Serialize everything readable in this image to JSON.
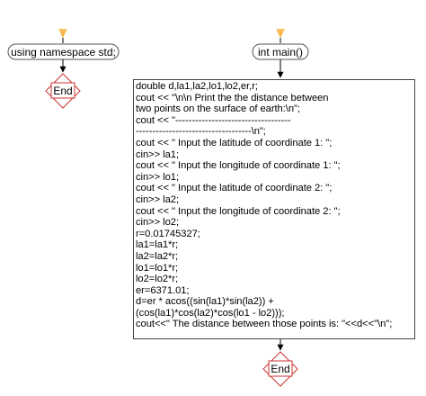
{
  "left_flow": {
    "start_label": "using namespace std;",
    "end_label": "End"
  },
  "right_flow": {
    "start_label": "int main()",
    "end_label": "End"
  },
  "code_lines": [
    "double d,la1,la2,lo1,lo2,er,r;",
    "cout << \"\\n\\n Print the the distance between",
    "two points on the surface of earth:\\n\";",
    "cout << \"-----------------------------------",
    "-----------------------------------\\n\";",
    "cout << \" Input the latitude of coordinate 1: \";",
    "cin>> la1;",
    "cout << \" Input the longitude of coordinate 1: \";",
    "cin>> lo1;",
    "cout << \" Input the latitude of coordinate 2: \";",
    "cin>> la2;",
    "cout << \" Input the longitude of coordinate 2: \";",
    "cin>> lo2;",
    "r=0.01745327;",
    "la1=la1*r;",
    "la2=la2*r;",
    "lo1=lo1*r;",
    "lo2=lo2*r;",
    "er=6371.01;",
    "d=er * acos((sin(la1)*sin(la2)) +",
    "(cos(la1)*cos(la2)*cos(lo1 - lo2)));",
    "cout<<\" The distance between those points is: \"<<d<<\"\\n\";"
  ],
  "colors": {
    "arrow_orange": "#F5A623",
    "end_diamond": "#CC3333",
    "terminator_stroke": "#555555"
  }
}
